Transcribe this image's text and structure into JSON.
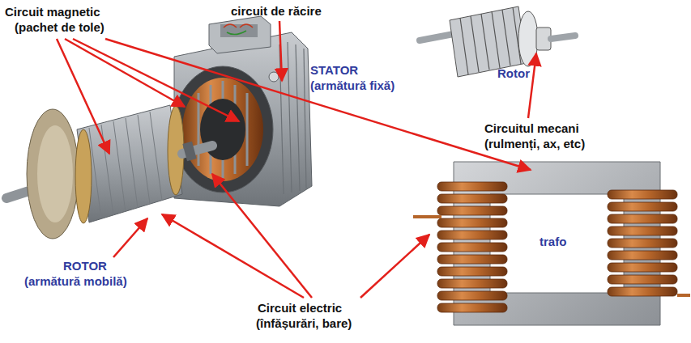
{
  "diagram": {
    "labels": [
      "Circuit magnetic",
      "(pachet de tole)",
      "circuit de răcire",
      "STATOR",
      "(armătură fixă)",
      "Rotor",
      "Circuitul mecani",
      "(rulmenți, ax, etc)",
      "ROTOR",
      "(armătură mobilă)",
      "trafo",
      "Circuit electric",
      "(înfășurări, bare)"
    ]
  }
}
